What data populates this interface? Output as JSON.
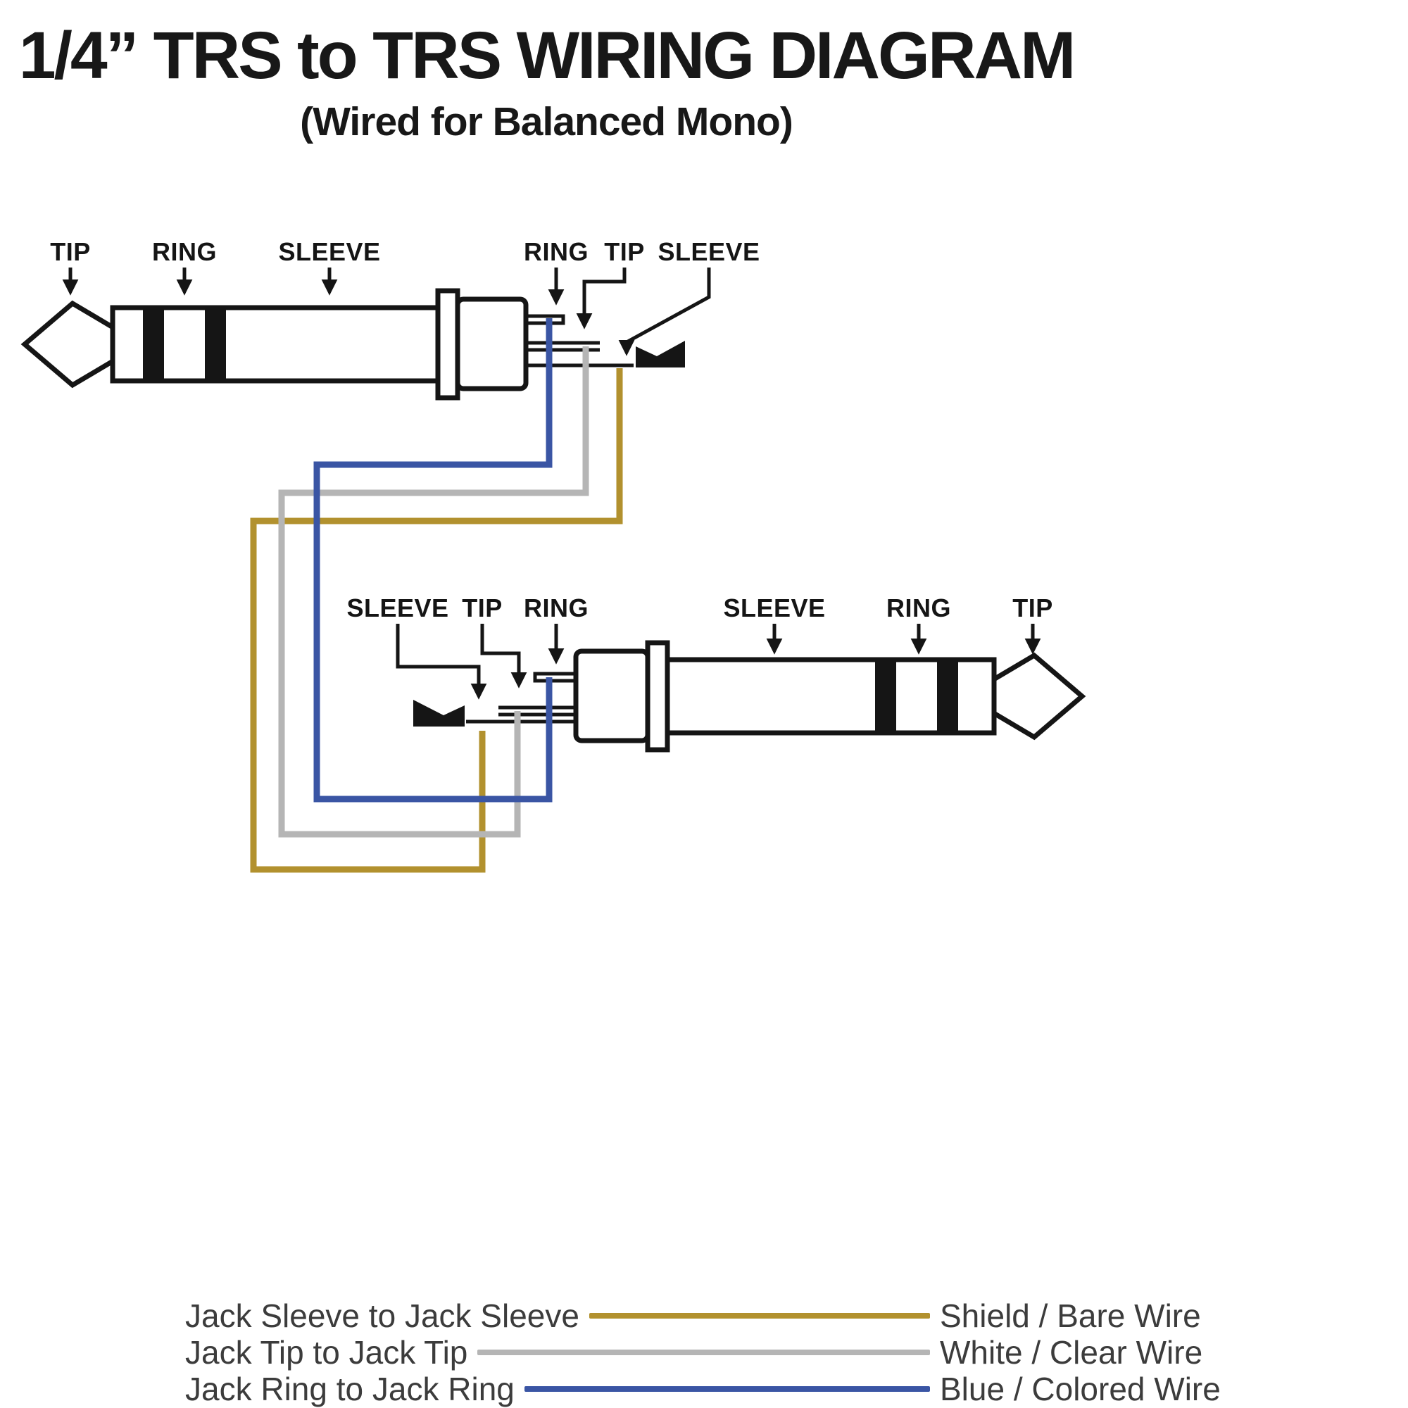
{
  "header": {
    "title": "1/4” TRS to TRS WIRING DIAGRAM",
    "subtitle": "(Wired for Balanced Mono)"
  },
  "diagram": {
    "top_plug": {
      "tip_label": "TIP",
      "ring_label": "RING",
      "sleeve_label": "SLEEVE",
      "ring_terminal_label": "RING",
      "tip_terminal_label": "TIP",
      "sleeve_terminal_label": "SLEEVE"
    },
    "bottom_plug": {
      "sleeve_terminal_label": "SLEEVE",
      "tip_terminal_label": "TIP",
      "ring_terminal_label": "RING",
      "sleeve_label": "SLEEVE",
      "ring_label": "RING",
      "tip_label": "TIP"
    }
  },
  "legend": {
    "rows": [
      {
        "connection": "Jack Sleeve to Jack Sleeve",
        "wire": "Shield / Bare Wire",
        "color": "#b2912e"
      },
      {
        "connection": "Jack Tip to Jack Tip",
        "wire": "White / Clear Wire",
        "color": "#b5b5b5"
      },
      {
        "connection": "Jack Ring to Jack Ring",
        "wire": "Blue / Colored Wire",
        "color": "#3a55a4"
      }
    ]
  }
}
